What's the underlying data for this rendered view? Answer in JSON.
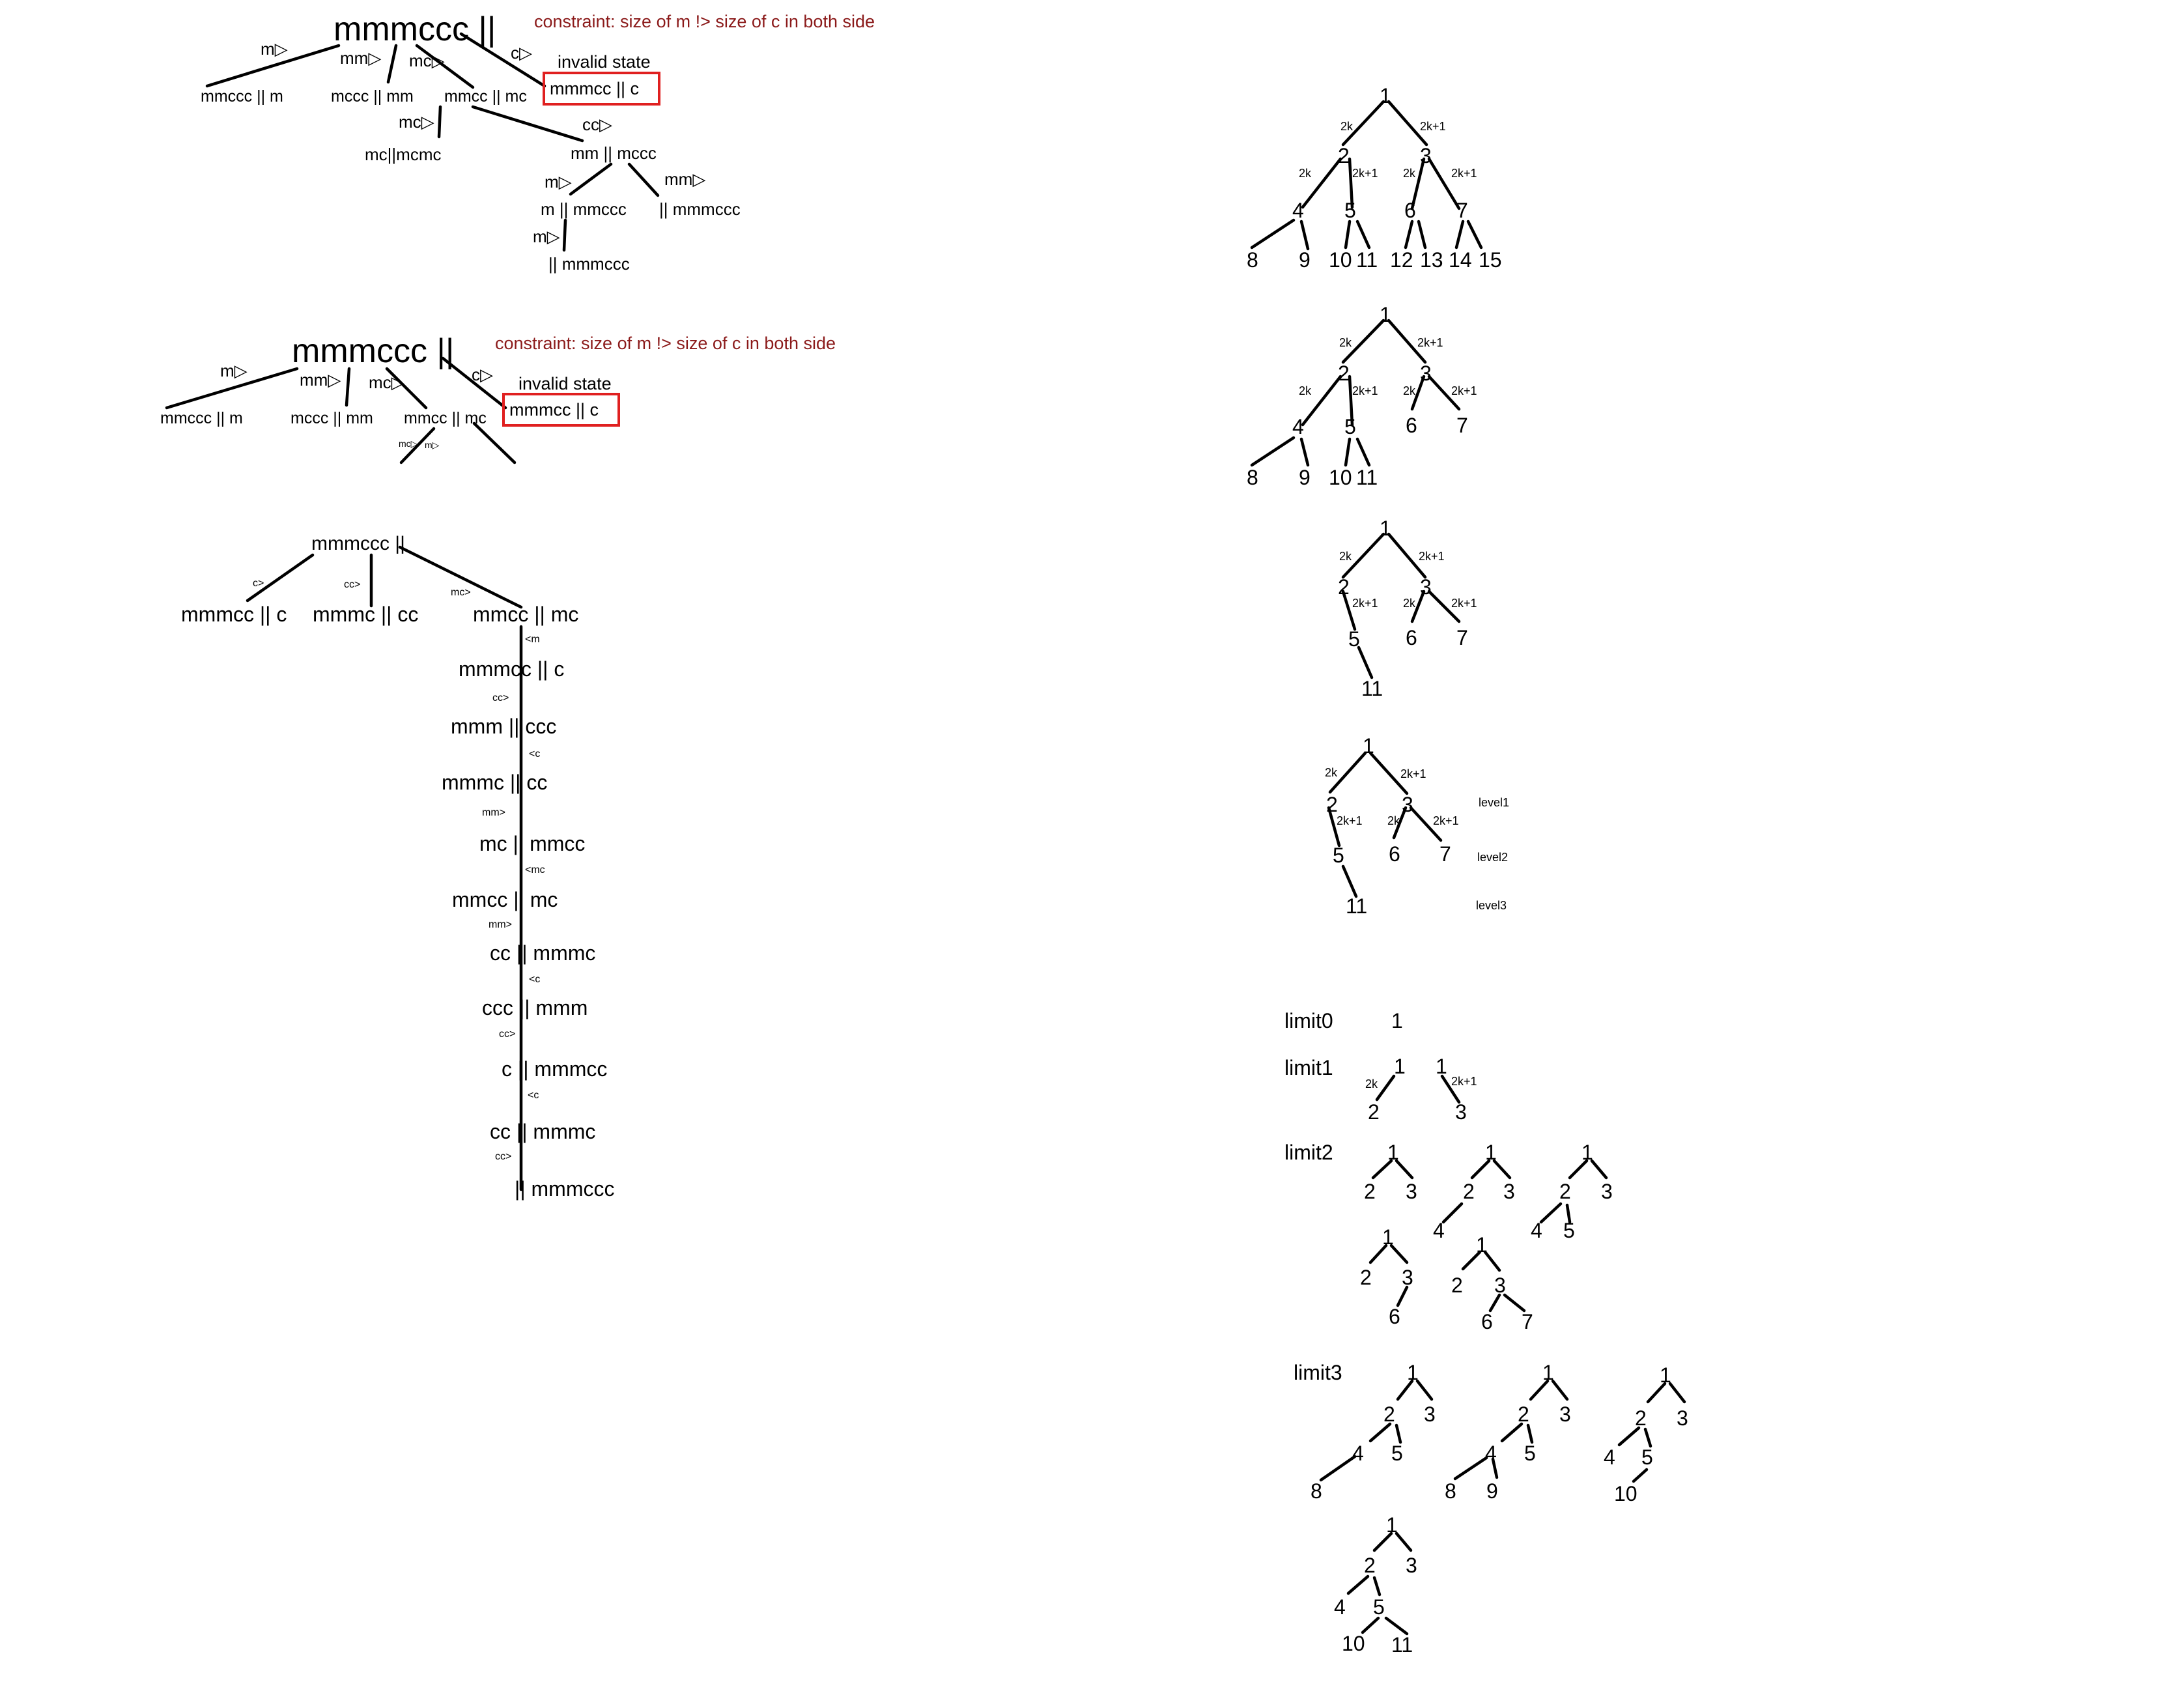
{
  "left_diagram_1": {
    "root": "mmmccc ||",
    "constraint": "constraint: size of m !> size of c in both side",
    "invalid_label": "invalid state",
    "invalid_node": "mmmcc || c",
    "edge_labels": [
      "m▷",
      "mm▷",
      "mc▷",
      "c▷",
      "mc▷",
      "cc▷",
      "m▷",
      "mm▷",
      "m▷"
    ],
    "nodes": [
      "mmccc || m",
      "mccc || mm",
      "mmcc || mc",
      "mc||mcmc",
      "mm || mccc",
      "m || mmccc",
      "|| mmmccc",
      "|| mmmccc"
    ]
  },
  "left_diagram_2": {
    "root": "mmmccc ||",
    "constraint": "constraint: size of m !> size of c in both side",
    "invalid_label": "invalid state",
    "invalid_node": "mmmcc || c",
    "edge_labels": [
      "m▷",
      "mm▷",
      "mc▷",
      "c▷",
      "mc▷",
      "m▷"
    ],
    "nodes": [
      "mmccc || m",
      "mccc || mm",
      "mmcc || mc"
    ]
  },
  "left_diagram_3": {
    "root": "mmmccc ||",
    "top_edge_labels": [
      "c>",
      "cc>",
      "mc>"
    ],
    "top_nodes": [
      "mmmcc || c",
      "mmmc || cc",
      "mmcc || mc"
    ],
    "chain_steps": [
      "mmmcc || c",
      "mmm || ccc",
      "mmmc || cc",
      "mc || mmcc",
      "mmcc || mc",
      "cc || mmmc",
      "ccc || mmm",
      "c || mmmcc",
      "cc || mmmc",
      "|| mmmccc"
    ],
    "chain_edge_labels": [
      "<m",
      "cc>",
      "<c",
      "mm>",
      "<mc",
      "mm>",
      "<c",
      "cc>",
      "<c",
      "cc>"
    ]
  },
  "right_trees": {
    "edge_left": "2k",
    "edge_right": "2k+1",
    "tree1_nodes": [
      "1",
      "2",
      "3",
      "4",
      "5",
      "6",
      "7",
      "8",
      "9",
      "10",
      "11",
      "12",
      "13",
      "14",
      "15"
    ],
    "tree2_nodes": [
      "1",
      "2",
      "3",
      "4",
      "5",
      "6",
      "7",
      "8",
      "9",
      "10",
      "11"
    ],
    "tree3_nodes": [
      "1",
      "2",
      "3",
      "5",
      "6",
      "7",
      "11"
    ],
    "tree4_nodes": [
      "1",
      "2",
      "3",
      "5",
      "6",
      "7",
      "11"
    ],
    "levels": [
      "level1",
      "level2",
      "level3"
    ]
  },
  "limits": {
    "labels": [
      "limit0",
      "limit1",
      "limit2",
      "limit3"
    ],
    "limit0_nodes": [
      "1"
    ],
    "limit1_trees": [
      [
        "1",
        "2"
      ],
      [
        "1",
        "3"
      ]
    ],
    "limit2_trees": [
      [
        "1",
        "2",
        "3"
      ],
      [
        "1",
        "2",
        "3",
        "4"
      ],
      [
        "1",
        "2",
        "3",
        "4",
        "5"
      ],
      [
        "1",
        "2",
        "3",
        "6"
      ],
      [
        "1",
        "2",
        "3",
        "6",
        "7"
      ]
    ],
    "limit3_trees": [
      [
        "1",
        "2",
        "3",
        "4",
        "5",
        "8"
      ],
      [
        "1",
        "2",
        "3",
        "4",
        "5",
        "8",
        "9"
      ],
      [
        "1",
        "2",
        "3",
        "4",
        "5",
        "10"
      ],
      [
        "1",
        "2",
        "3",
        "4",
        "5",
        "10",
        "11"
      ]
    ]
  }
}
